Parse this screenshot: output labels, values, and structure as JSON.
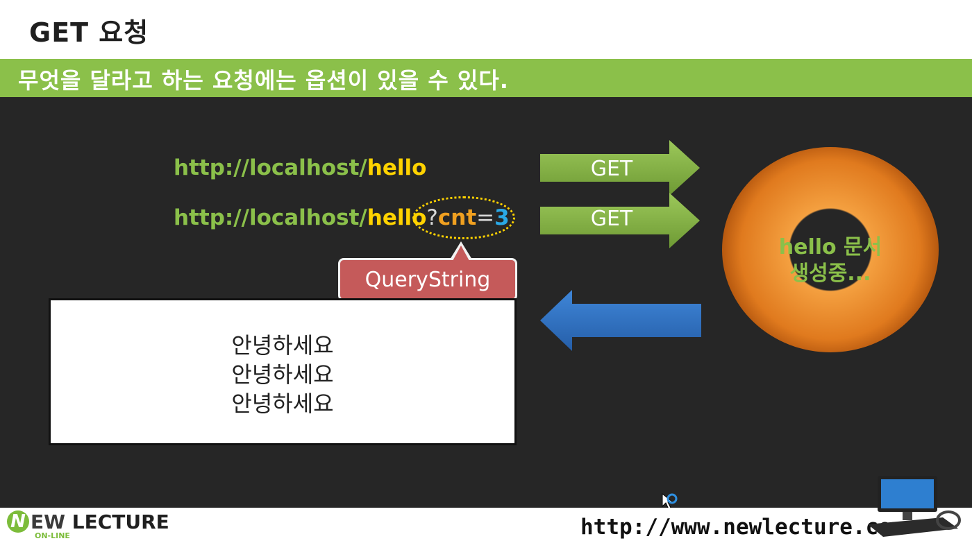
{
  "slide": {
    "title": "GET 요청",
    "banner": "무엇을 달라고 하는 요청에는 옵션이 있을 수 있다."
  },
  "request_urls": [
    {
      "base": "http://localhost/",
      "path": "hello"
    },
    {
      "base": "http://localhost/",
      "path": "hello",
      "qmark": "?",
      "key": "cnt",
      "eq": "=",
      "value": "3"
    }
  ],
  "querystring_label": "QueryString",
  "arrows": {
    "get1": "GET",
    "get2": "GET"
  },
  "server": {
    "line1": "hello 문서",
    "line2": "생성중..."
  },
  "response_lines": [
    "안녕하세요",
    "안녕하세요",
    "안녕하세요"
  ],
  "footer": {
    "logo_mark": "N",
    "logo_word_a": "EW",
    "logo_word_b": " LECTURE",
    "logo_sub": "ON-LINE",
    "url": "http://www.newlecture.com"
  },
  "colors": {
    "green": "#8bc04a",
    "yellow": "#ffd200",
    "orange": "#e07a1e",
    "blue": "#2e6fc1",
    "callout_red": "#c55a5a",
    "stage_bg": "#262626"
  }
}
